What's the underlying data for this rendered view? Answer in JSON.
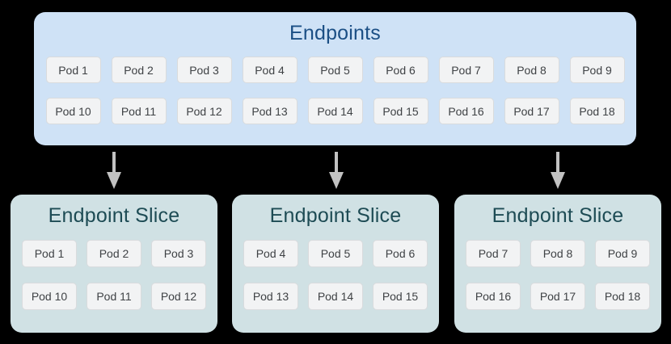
{
  "colors": {
    "canvas-bg": "#000000",
    "endpoints-bg": "#cfe2f6",
    "endpoints-title": "#1b4f85",
    "slice-bg": "#d0e1e4",
    "slice-title": "#1d4b54",
    "pod-bg": "#f2f3f4",
    "pod-border": "#d9dbdd",
    "pod-text": "#3f4245",
    "arrow-color": "#c2c2c2"
  },
  "endpoints": {
    "title": "Endpoints",
    "rows": [
      [
        "Pod 1",
        "Pod 2",
        "Pod 3",
        "Pod 4",
        "Pod 5",
        "Pod 6",
        "Pod 7",
        "Pod 8",
        "Pod 9"
      ],
      [
        "Pod 10",
        "Pod 11",
        "Pod 12",
        "Pod 13",
        "Pod 14",
        "Pod 15",
        "Pod 16",
        "Pod 17",
        "Pod 18"
      ]
    ]
  },
  "arrows": {
    "direction": "down",
    "count": 3
  },
  "slices": [
    {
      "title": "Endpoint Slice",
      "rows": [
        [
          "Pod 1",
          "Pod 2",
          "Pod 3"
        ],
        [
          "Pod 10",
          "Pod 11",
          "Pod 12"
        ]
      ]
    },
    {
      "title": "Endpoint Slice",
      "rows": [
        [
          "Pod 4",
          "Pod 5",
          "Pod 6"
        ],
        [
          "Pod 13",
          "Pod 14",
          "Pod 15"
        ]
      ]
    },
    {
      "title": "Endpoint Slice",
      "rows": [
        [
          "Pod 7",
          "Pod 8",
          "Pod 9"
        ],
        [
          "Pod 16",
          "Pod 17",
          "Pod 18"
        ]
      ]
    }
  ]
}
